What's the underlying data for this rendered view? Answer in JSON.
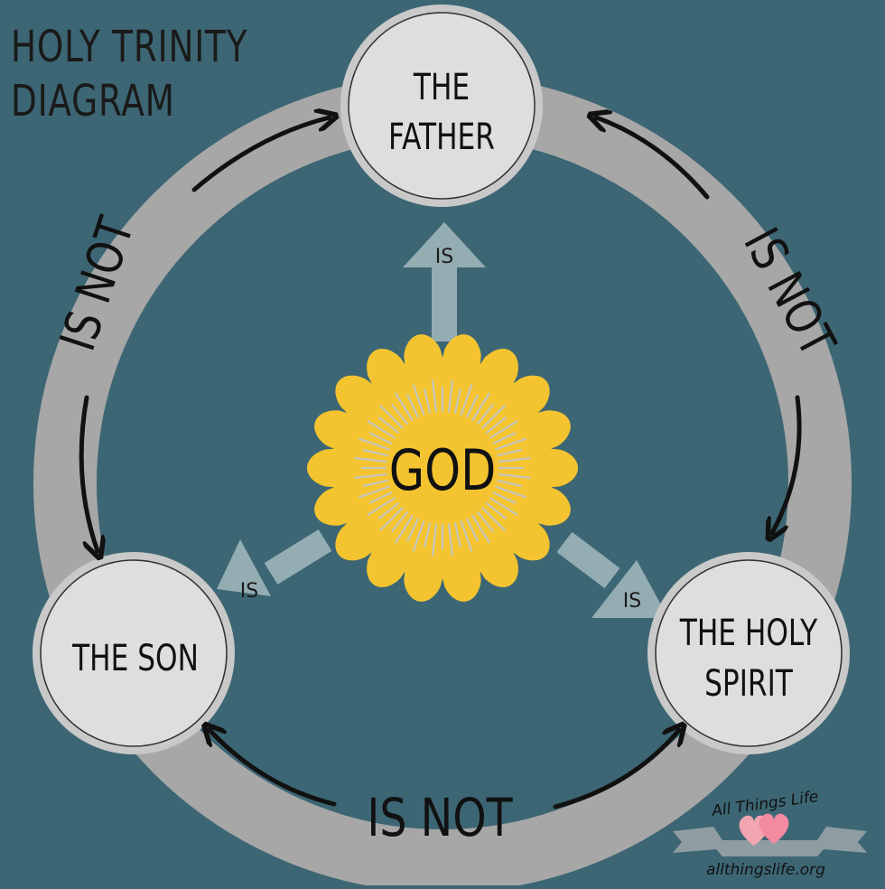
{
  "title": {
    "line1": "HOLY TRINITY",
    "line2": "DIAGRAM"
  },
  "center": {
    "label": "GOD"
  },
  "persons": {
    "father": [
      "THE",
      "FATHER"
    ],
    "son": [
      "THE SON"
    ],
    "spirit": [
      "THE HOLY",
      "SPIRIT"
    ]
  },
  "relations": {
    "is": "IS",
    "is_not": "IS NOT"
  },
  "logo": {
    "name": "All Things Life",
    "url": "allthingslife.org"
  },
  "colors": {
    "background": "#3d6674",
    "ring": "#a7a7a7",
    "node_fill": "#dedede",
    "sun": "#f4c430",
    "is_arrow": "#93adb3",
    "text": "#1a1a1a"
  }
}
